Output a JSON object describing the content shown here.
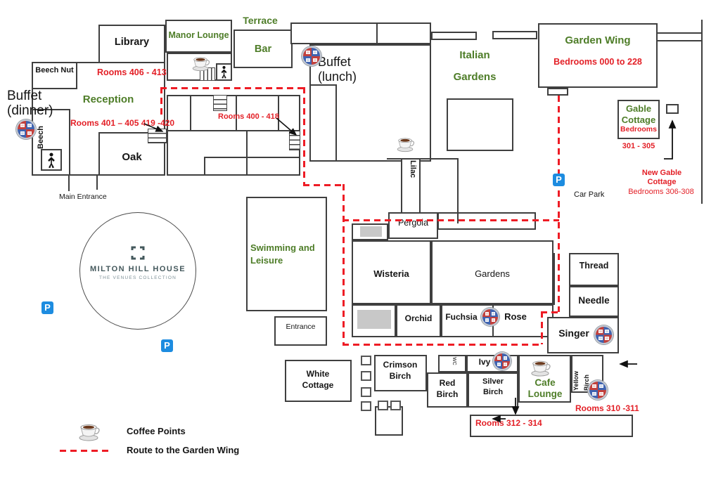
{
  "logo": {
    "name": "MILTON HILL HOUSE",
    "tagline": "THE VENUES COLLECTION"
  },
  "legend": {
    "coffee": "Coffee Points",
    "route": "Route to the Garden Wing"
  },
  "buffets": {
    "dinner": "Buffet (dinner)",
    "lunch": "Buffet (lunch)"
  },
  "areas": {
    "library": "Library",
    "manor_lounge": "Manor Lounge",
    "terrace": "Terrace",
    "bar": "Bar",
    "beech_nut": "Beech Nut",
    "reception": "Reception",
    "beech": "Beech",
    "oak": "Oak",
    "lilac": "Lilac",
    "italian_line1": "Italian",
    "italian_line2": "Gardens",
    "garden_wing": "Garden Wing",
    "gable_cottage": "Gable Cottage",
    "swimming": "Swimming and Leisure",
    "pergola": "Pergola",
    "wisteria": "Wisteria",
    "gardens": "Gardens",
    "orchid": "Orchid",
    "fuchsia": "Fuchsia",
    "rose": "Rose",
    "thread": "Thread",
    "needle": "Needle",
    "singer": "Singer",
    "white_cottage": "White Cottage",
    "crimson_birch": "Crimson Birch",
    "wc": "WC",
    "ivy": "Ivy",
    "red_birch": "Red Birch",
    "silver_birch": "Silver Birch",
    "cafe_lounge": "Cafe Lounge",
    "yellow": "Yellow",
    "birch": "Birch"
  },
  "notes": {
    "rooms_406_413": "Rooms 406 - 413",
    "rooms_401_420": "Rooms 401 – 405 419 -420",
    "rooms_400_418": "Rooms 400 - 418",
    "garden_wing_bedrooms": "Bedrooms 000 to 228",
    "gable_bedrooms": "Bedrooms",
    "gable_range": "301 - 305",
    "new_gable": "New Gable Cottage",
    "new_gable_rooms": "Bedrooms 306-308",
    "rooms_312_314": "Rooms 312 - 314",
    "rooms_310_311": "Rooms 310 -311"
  },
  "misc": {
    "main_entrance": "Main Entrance",
    "car_park": "Car Park",
    "parking": "P",
    "entrance": "Entrance"
  },
  "colors": {
    "green": "#4e7d28",
    "red": "#e31f26",
    "route": "#ee1c25",
    "parking_blue": "#1d8ce0",
    "wall": "#3f3f3f",
    "logo": "#44585c"
  }
}
